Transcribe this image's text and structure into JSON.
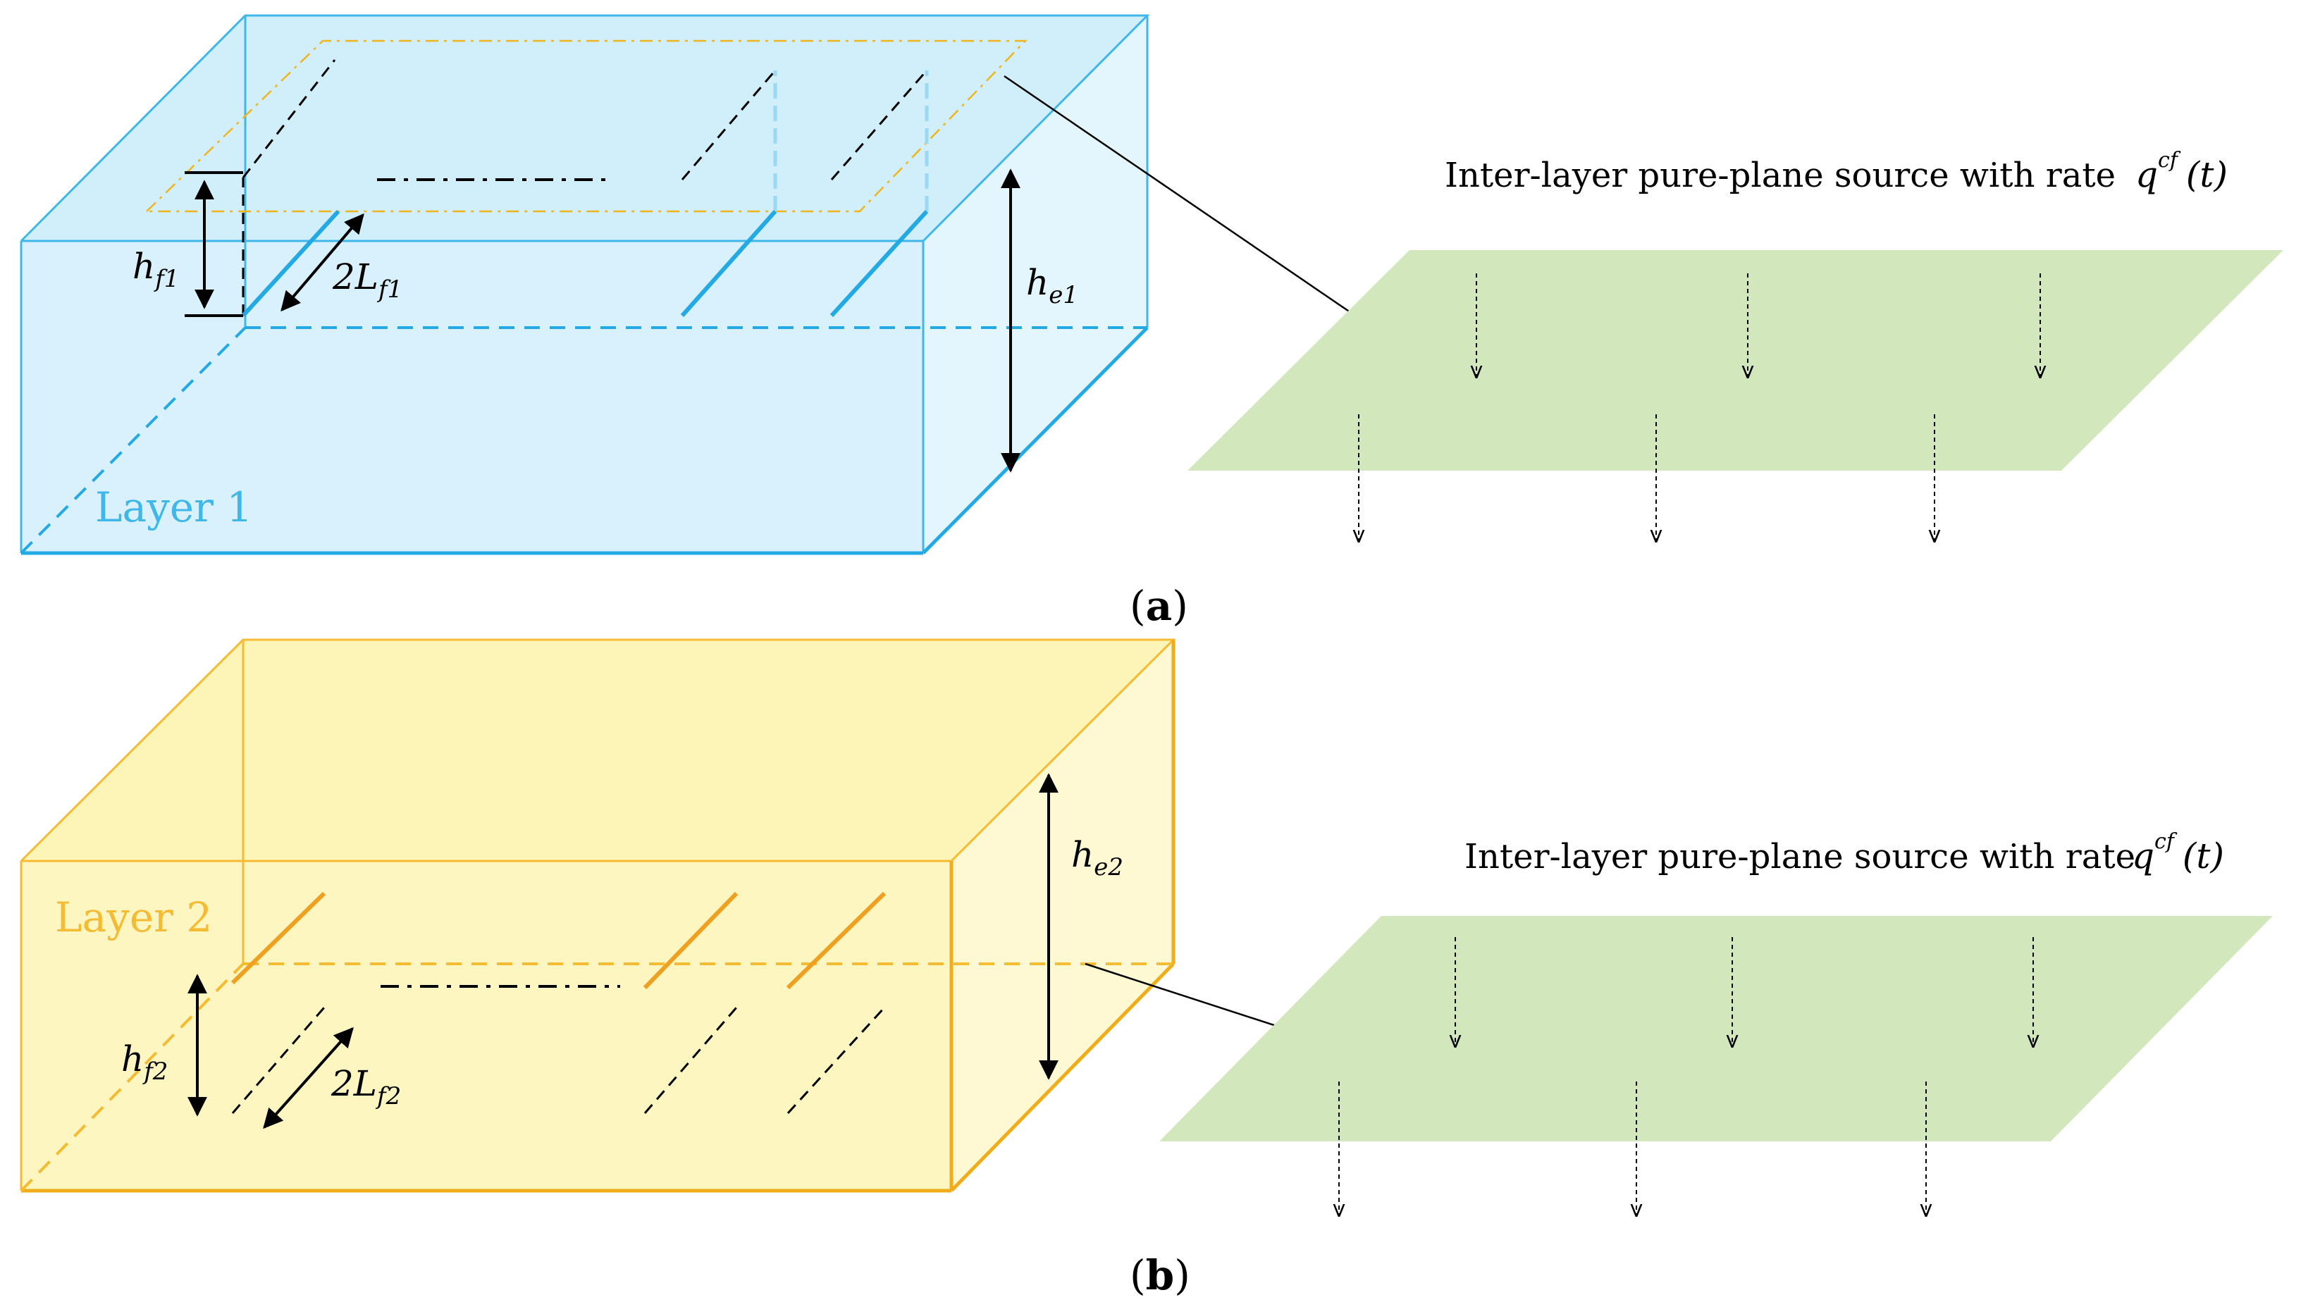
{
  "panel_a": {
    "layer_label": "Layer 1",
    "hf_label": "h",
    "hf_sub": "f1",
    "lf_label": "2L",
    "lf_sub": "f1",
    "he_label": "h",
    "he_sub": "e1",
    "source_caption": "Inter-layer pure-plane source with rate",
    "rate_symbol": "q",
    "rate_sup": "cf",
    "rate_arg": "(t)",
    "panel_open": "(",
    "panel_letter": "a",
    "panel_close": ")"
  },
  "panel_b": {
    "layer_label": "Layer 2",
    "hf_label": "h",
    "hf_sub": "f2",
    "lf_label": "2L",
    "lf_sub": "f2",
    "he_label": "h",
    "he_sub": "e2",
    "source_caption": "Inter-layer pure-plane source with rate",
    "rate_symbol": "q",
    "rate_sup": "cf",
    "rate_arg": "(t)",
    "panel_open": "(",
    "panel_letter": "b",
    "panel_close": ")"
  },
  "colors": {
    "layer1": "#3fb7e8",
    "layer1_fill": "#cdeefb",
    "layer2": "#f5bb32",
    "layer2_fill": "#fdf6bd",
    "source_plane": "#d2e8bc",
    "ink": "#000000"
  }
}
